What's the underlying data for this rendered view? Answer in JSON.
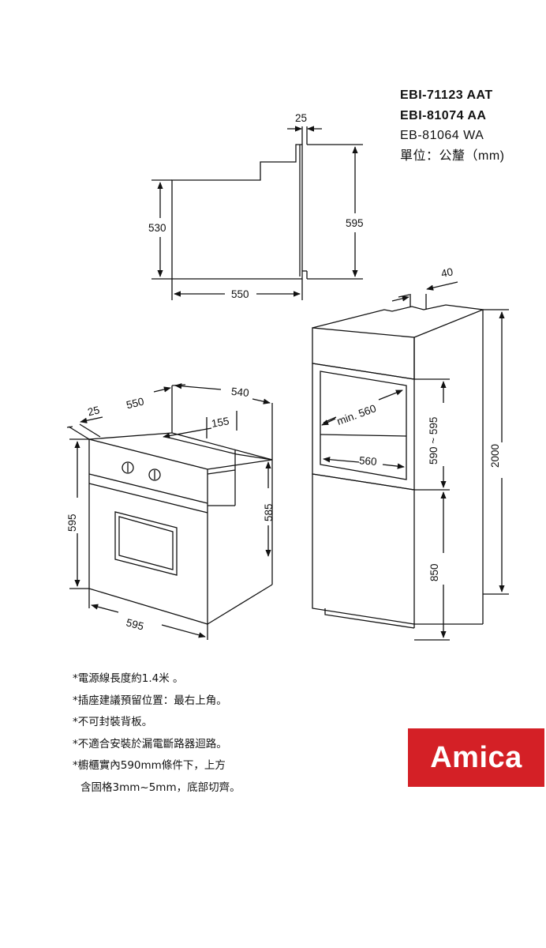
{
  "models": [
    "EBI-71123 AAT",
    "EBI-81074 AA",
    "EB-81064 WA"
  ],
  "unit_label": "單位：公釐（mm)",
  "side_view": {
    "top_step": "25",
    "total_height": "595",
    "body_height": "530",
    "depth": "550"
  },
  "oven_view": {
    "front_width": "25",
    "body_depth": "550",
    "inner_depth": "540",
    "panel_offset": "155",
    "front_height": "595",
    "body_height": "585",
    "front_width_bottom": "595"
  },
  "cabinet_view": {
    "top_depth": "40",
    "min_width": "min. 560",
    "inner_width": "560",
    "niche_height": "590 ~ 595",
    "total_height": "2000",
    "base_height": "850"
  },
  "notes": [
    "*電源線長度約1.4米 。",
    "*插座建議預留位置：最右上角。",
    "*不可封裝背板。",
    "*不適合安裝於漏電斷路器迴路。",
    "*櫥櫃實內590mm條件下，上方",
    "含固格3mm~5mm，底部切齊。"
  ],
  "brand": "Amica",
  "colors": {
    "brand_red": "#d42026",
    "line": "#111111"
  }
}
